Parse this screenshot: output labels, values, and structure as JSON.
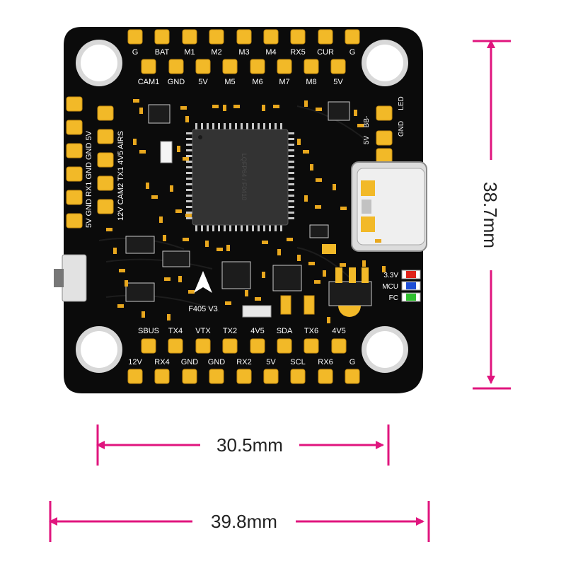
{
  "board": {
    "name": "F405 V3",
    "mcu_marking": "LQFP64 / F0410",
    "pads_top_row": [
      "G",
      "BAT",
      "M1",
      "M2",
      "M3",
      "M4",
      "RX5",
      "CUR",
      "G"
    ],
    "pads_second_row": [
      "CAM1",
      "GND",
      "5V",
      "M5",
      "M6",
      "M7",
      "M8",
      "5V"
    ],
    "pads_left_inner": [
      "12V",
      "CAM2",
      "TX1",
      "4V5",
      "AIRS"
    ],
    "pads_left_outer": [
      "5V",
      "GND",
      "RX1",
      "GND",
      "GND",
      "5V"
    ],
    "pads_left_outer_label": "5V GND RX1 GND GND 5V",
    "pads_left_inner_label": "12V CAM2 TX1 4V5 AIRS",
    "pads_right_top": [
      "LED",
      "GND",
      "5V",
      "BB-"
    ],
    "pads_bottom_upper": [
      "SBUS",
      "TX4",
      "VTX",
      "TX2",
      "4V5",
      "SDA",
      "TX6",
      "4V5"
    ],
    "pads_bottom_lower": [
      "12V",
      "RX4",
      "GND",
      "GND",
      "RX2",
      "5V",
      "SCL",
      "RX6",
      "G"
    ],
    "leds": [
      {
        "label": "3.3V",
        "color": "#e0241b"
      },
      {
        "label": "MCU",
        "color": "#1f4fd6"
      },
      {
        "label": "FC",
        "color": "#2fbf2f"
      }
    ],
    "pcb_color": "#0b0b0b",
    "pad_color": "#f2b928"
  },
  "dimensions": {
    "height": "38.7mm",
    "mount_spacing": "30.5mm",
    "width": "39.8mm",
    "arrow_color": "#e0157e"
  }
}
